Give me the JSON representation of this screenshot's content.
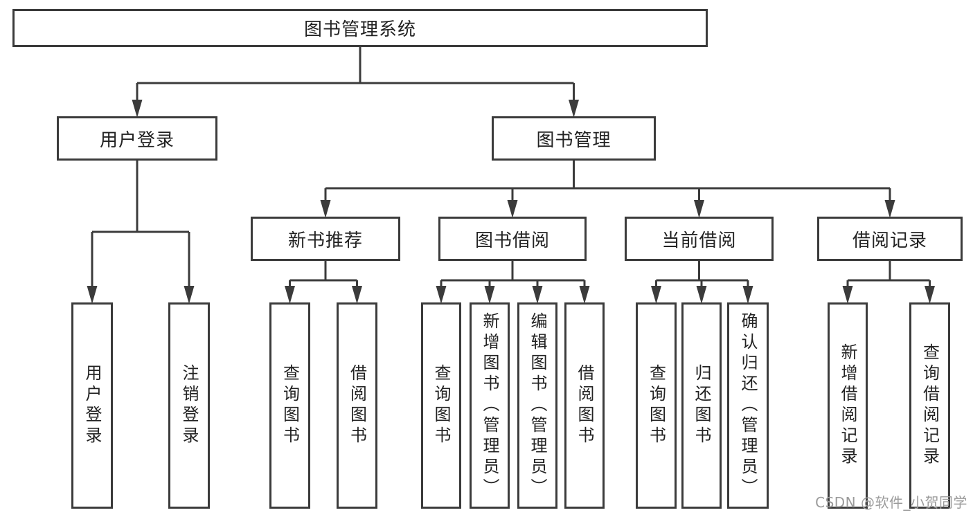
{
  "diagram": {
    "nodes": [
      {
        "id": "root",
        "label": "图书管理系统",
        "parent": null
      },
      {
        "id": "user-login",
        "label": "用户登录",
        "parent": "root"
      },
      {
        "id": "book-mgmt",
        "label": "图书管理",
        "parent": "root"
      },
      {
        "id": "new-book-rec",
        "label": "新书推荐",
        "parent": "book-mgmt"
      },
      {
        "id": "book-borrow",
        "label": "图书借阅",
        "parent": "book-mgmt"
      },
      {
        "id": "current-borrow",
        "label": "当前借阅",
        "parent": "book-mgmt"
      },
      {
        "id": "borrow-records",
        "label": "借阅记录",
        "parent": "book-mgmt"
      },
      {
        "id": "login",
        "label": "用户登录",
        "parent": "user-login"
      },
      {
        "id": "logout",
        "label": "注销登录",
        "parent": "user-login"
      },
      {
        "id": "rec-query",
        "label": "查询图书",
        "parent": "new-book-rec"
      },
      {
        "id": "rec-borrow",
        "label": "借阅图书",
        "parent": "new-book-rec"
      },
      {
        "id": "bb-query",
        "label": "查询图书",
        "parent": "book-borrow"
      },
      {
        "id": "bb-add",
        "label": "新增图书（管理员）",
        "parent": "book-borrow"
      },
      {
        "id": "bb-edit",
        "label": "编辑图书（管理员）",
        "parent": "book-borrow"
      },
      {
        "id": "bb-borrow",
        "label": "借阅图书",
        "parent": "book-borrow"
      },
      {
        "id": "cb-query",
        "label": "查询图书",
        "parent": "current-borrow"
      },
      {
        "id": "cb-return",
        "label": "归还图书",
        "parent": "current-borrow"
      },
      {
        "id": "cb-confirm",
        "label": "确认归还（管理员）",
        "parent": "current-borrow"
      },
      {
        "id": "br-add",
        "label": "新增借阅记录",
        "parent": "borrow-records"
      },
      {
        "id": "br-query",
        "label": "查询借阅记录",
        "parent": "borrow-records"
      }
    ]
  },
  "watermark": "CSDN @软件_小贺同学",
  "colors": {
    "line": "#3b3b3b",
    "text": "#222222",
    "watermark": "#9b9b9b",
    "background": "#ffffff"
  }
}
